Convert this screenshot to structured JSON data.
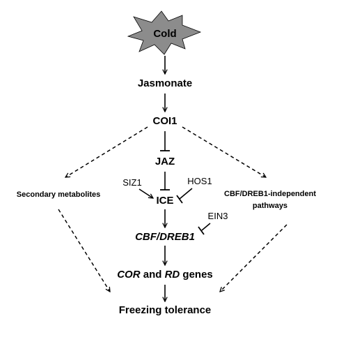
{
  "nodes": {
    "cold": "Cold",
    "jasmonate": "Jasmonate",
    "coi1": "COI1",
    "jaz": "JAZ",
    "ice": "ICE",
    "cbf": "CBF/DREB1",
    "cor_part1": "COR",
    "cor_part2": " and ",
    "cor_part3": "RD",
    "cor_part4": " genes",
    "freezing": "Freezing tolerance",
    "secondary": "Secondary metabolites",
    "cbf_indep_line1": "CBF/DREB1-independent",
    "cbf_indep_line2": "pathways"
  },
  "regulators": {
    "siz1": "SIZ1",
    "hos1": "HOS1",
    "ein3": "EIN3"
  },
  "colors": {
    "starburst_fill": "#8c8c8c",
    "ink": "#000000"
  }
}
